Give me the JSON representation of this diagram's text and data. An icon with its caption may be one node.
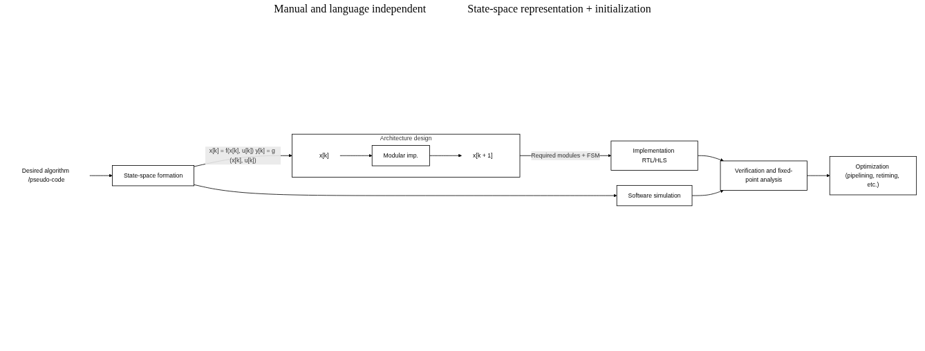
{
  "diagram": {
    "nodes": [
      {
        "text": [
          "Desired algorithm /pseudo-code"
        ]
      },
      {
        "text": [
          "State-space formation"
        ]
      },
      {
        "text": [
          "Architecture design"
        ]
      },
      {
        "text": [
          "x[k]"
        ],
        "in": 2
      },
      {
        "text": [
          "Modular imp."
        ],
        "in": 2
      },
      {
        "text": [
          "x[k + 1]"
        ],
        "in": 2
      },
      {
        "text": [
          "Implementation RTL/HLS"
        ]
      },
      {
        "text": [
          "Software simulation"
        ]
      },
      {
        "text": [
          "Verification and fixed-point analysis"
        ]
      },
      {
        "text": [
          "Optimization (pipelining, retiming, etc.)"
        ]
      }
    ],
    "edges": [
      {
        "from": 0,
        "to": 1,
        "arrow": "to"
      },
      {
        "from": 1,
        "to": 2,
        "arrow": "to",
        "label": "x[k] = f(x[k], u[k]) y[k] = g (x[k], u[k])"
      },
      {
        "from": 1,
        "to": 7,
        "arrow": "to"
      },
      {
        "from": 3,
        "to": 4,
        "arrow": "to"
      },
      {
        "from": 4,
        "to": 5,
        "arrow": "to"
      },
      {
        "from": 2,
        "to": 6,
        "arrow": "to",
        "label": "Required modules + FSM"
      },
      {
        "from": 6,
        "to": 8,
        "arrow": "to"
      },
      {
        "from": 7,
        "to": 8,
        "arrow": "to"
      },
      {
        "from": 8,
        "to": 9,
        "arrow": "to"
      }
    ],
    "labels": [
      "Manual and language independent",
      "State-space representation + initialization"
    ]
  }
}
